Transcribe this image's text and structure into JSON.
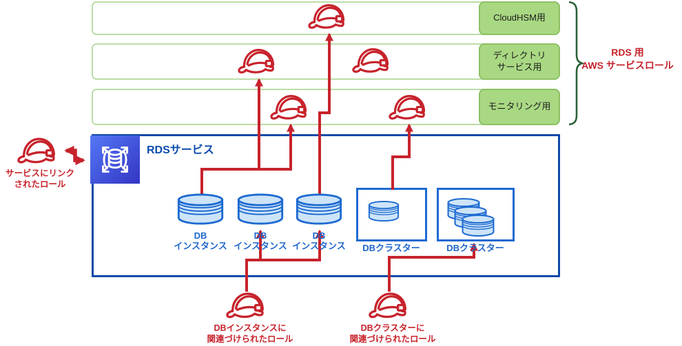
{
  "diagram_title_implicit": "RDS service roles diagram",
  "bands": [
    {
      "id": "cloudhsm",
      "label_lines": [
        "CloudHSM用",
        ""
      ]
    },
    {
      "id": "directory",
      "label_lines": [
        "ディレクトリ",
        "サービス用"
      ]
    },
    {
      "id": "monitoring",
      "label_lines": [
        "モニタリング用",
        ""
      ]
    }
  ],
  "brace_title_lines": [
    "RDS 用",
    "AWS サービスロール"
  ],
  "rds_box": {
    "title": "RDSサービス",
    "db_instances": [
      {
        "label_lines": [
          "DB",
          "インスタンス"
        ]
      },
      {
        "label_lines": [
          "DB",
          "インスタンス"
        ]
      },
      {
        "label_lines": [
          "DB",
          "インスタンス"
        ]
      }
    ],
    "db_clusters": [
      {
        "label": "DBクラスター"
      },
      {
        "label": "DBクラスター"
      }
    ]
  },
  "annotations": {
    "service_linked_role_lines": [
      "サービスにリンク",
      "されたロール"
    ],
    "db_instance_role_lines": [
      "DBインスタンスに",
      "関連づけられたロール"
    ],
    "db_cluster_role_lines": [
      "DBクラスターに",
      "関連づけられたロール"
    ]
  },
  "icons": {
    "iam_role": "hard-hat-icon",
    "rds_service": "rds-service-icon",
    "db_instance": "database-cylinder-icon",
    "db_cluster": "database-cluster-icon"
  },
  "colors": {
    "role_red": "#c7232c",
    "band_border_green": "#bcdca6",
    "label_box_green": "#a9d883",
    "label_box_border": "#8cc063",
    "brace_green": "#2a6136",
    "rds_box_navy": "#1049a8",
    "db_blue": "#1d6ad1",
    "db_fill": "#cde4f8",
    "db_label_blue": "#1d66cb"
  }
}
